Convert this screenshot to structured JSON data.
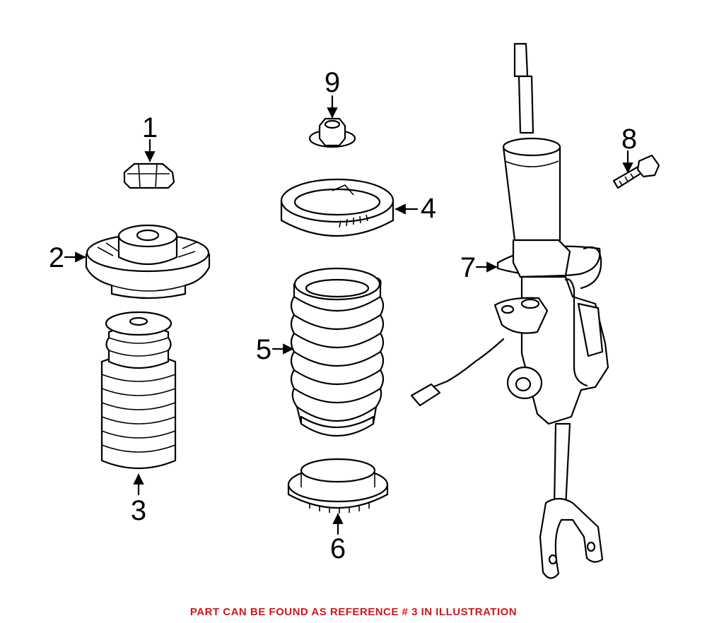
{
  "callouts": [
    "1",
    "2",
    "3",
    "4",
    "5",
    "6",
    "7",
    "8",
    "9"
  ],
  "footer": {
    "note": "PART CAN BE FOUND AS REFERENCE # 3 IN ILLUSTRATION",
    "color": "#d0151b"
  }
}
